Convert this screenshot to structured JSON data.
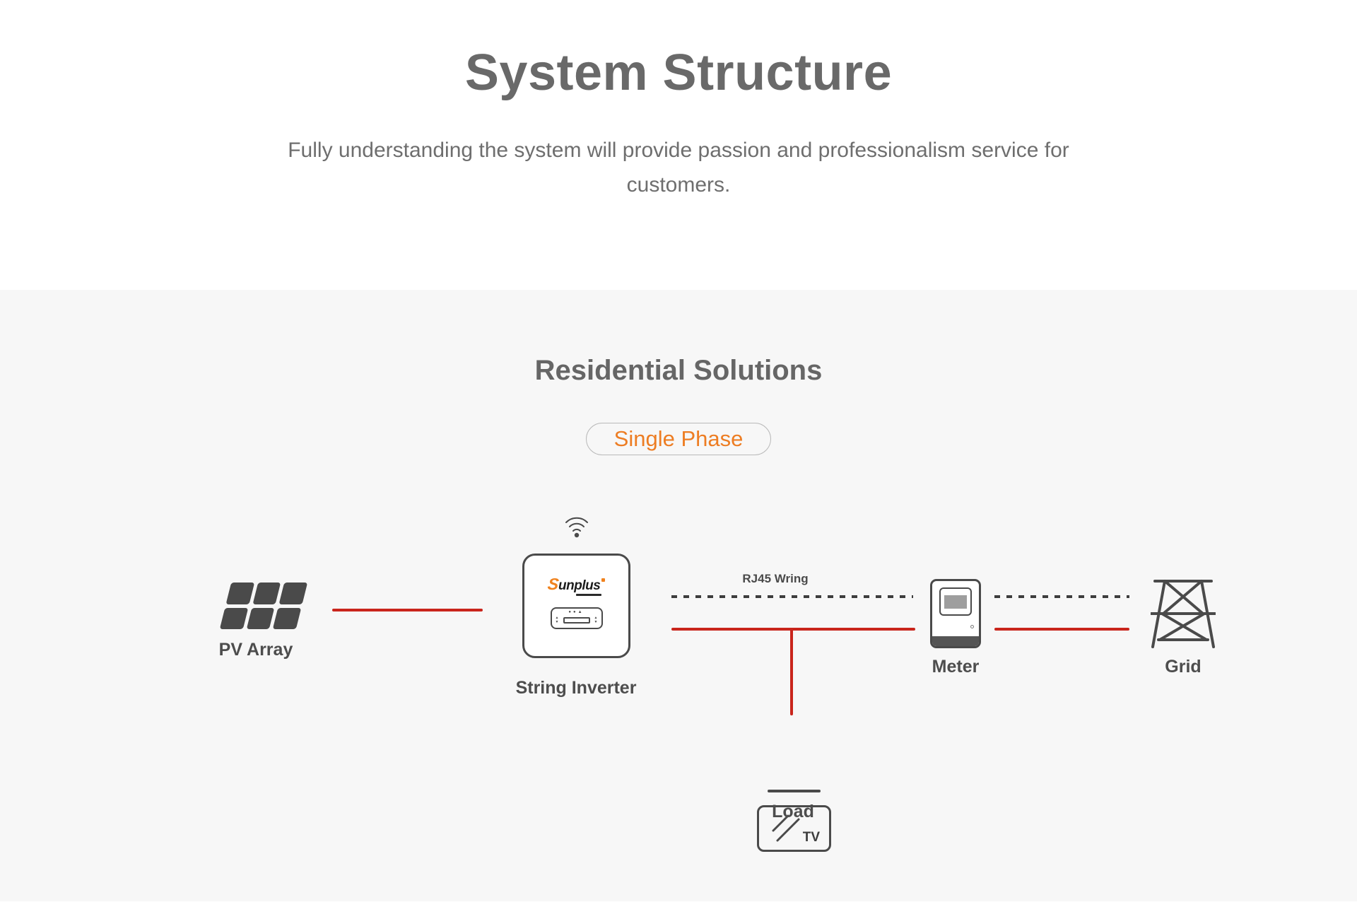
{
  "hero": {
    "title": "System Structure",
    "subtitle": "Fully understanding the system will provide passion and professionalism service for customers."
  },
  "solutions": {
    "heading": "Residential Solutions",
    "phase_label": "Single Phase",
    "diagram": {
      "nodes": {
        "pv": {
          "label": "PV Array"
        },
        "inverter": {
          "label": "String Inverter",
          "brand_prefix": "S",
          "brand_suffix": "unplus"
        },
        "meter": {
          "label": "Meter"
        },
        "grid": {
          "label": "Grid"
        },
        "load": {
          "label": "Load",
          "screen_text": "TV"
        }
      },
      "connections": {
        "rj45_label": "RJ45 Wring"
      }
    }
  },
  "colors": {
    "accent_red": "#c9251c",
    "accent_orange": "#ed7d23",
    "section_bg": "#f7f7f7",
    "icon_gray": "#4a4a4a"
  }
}
